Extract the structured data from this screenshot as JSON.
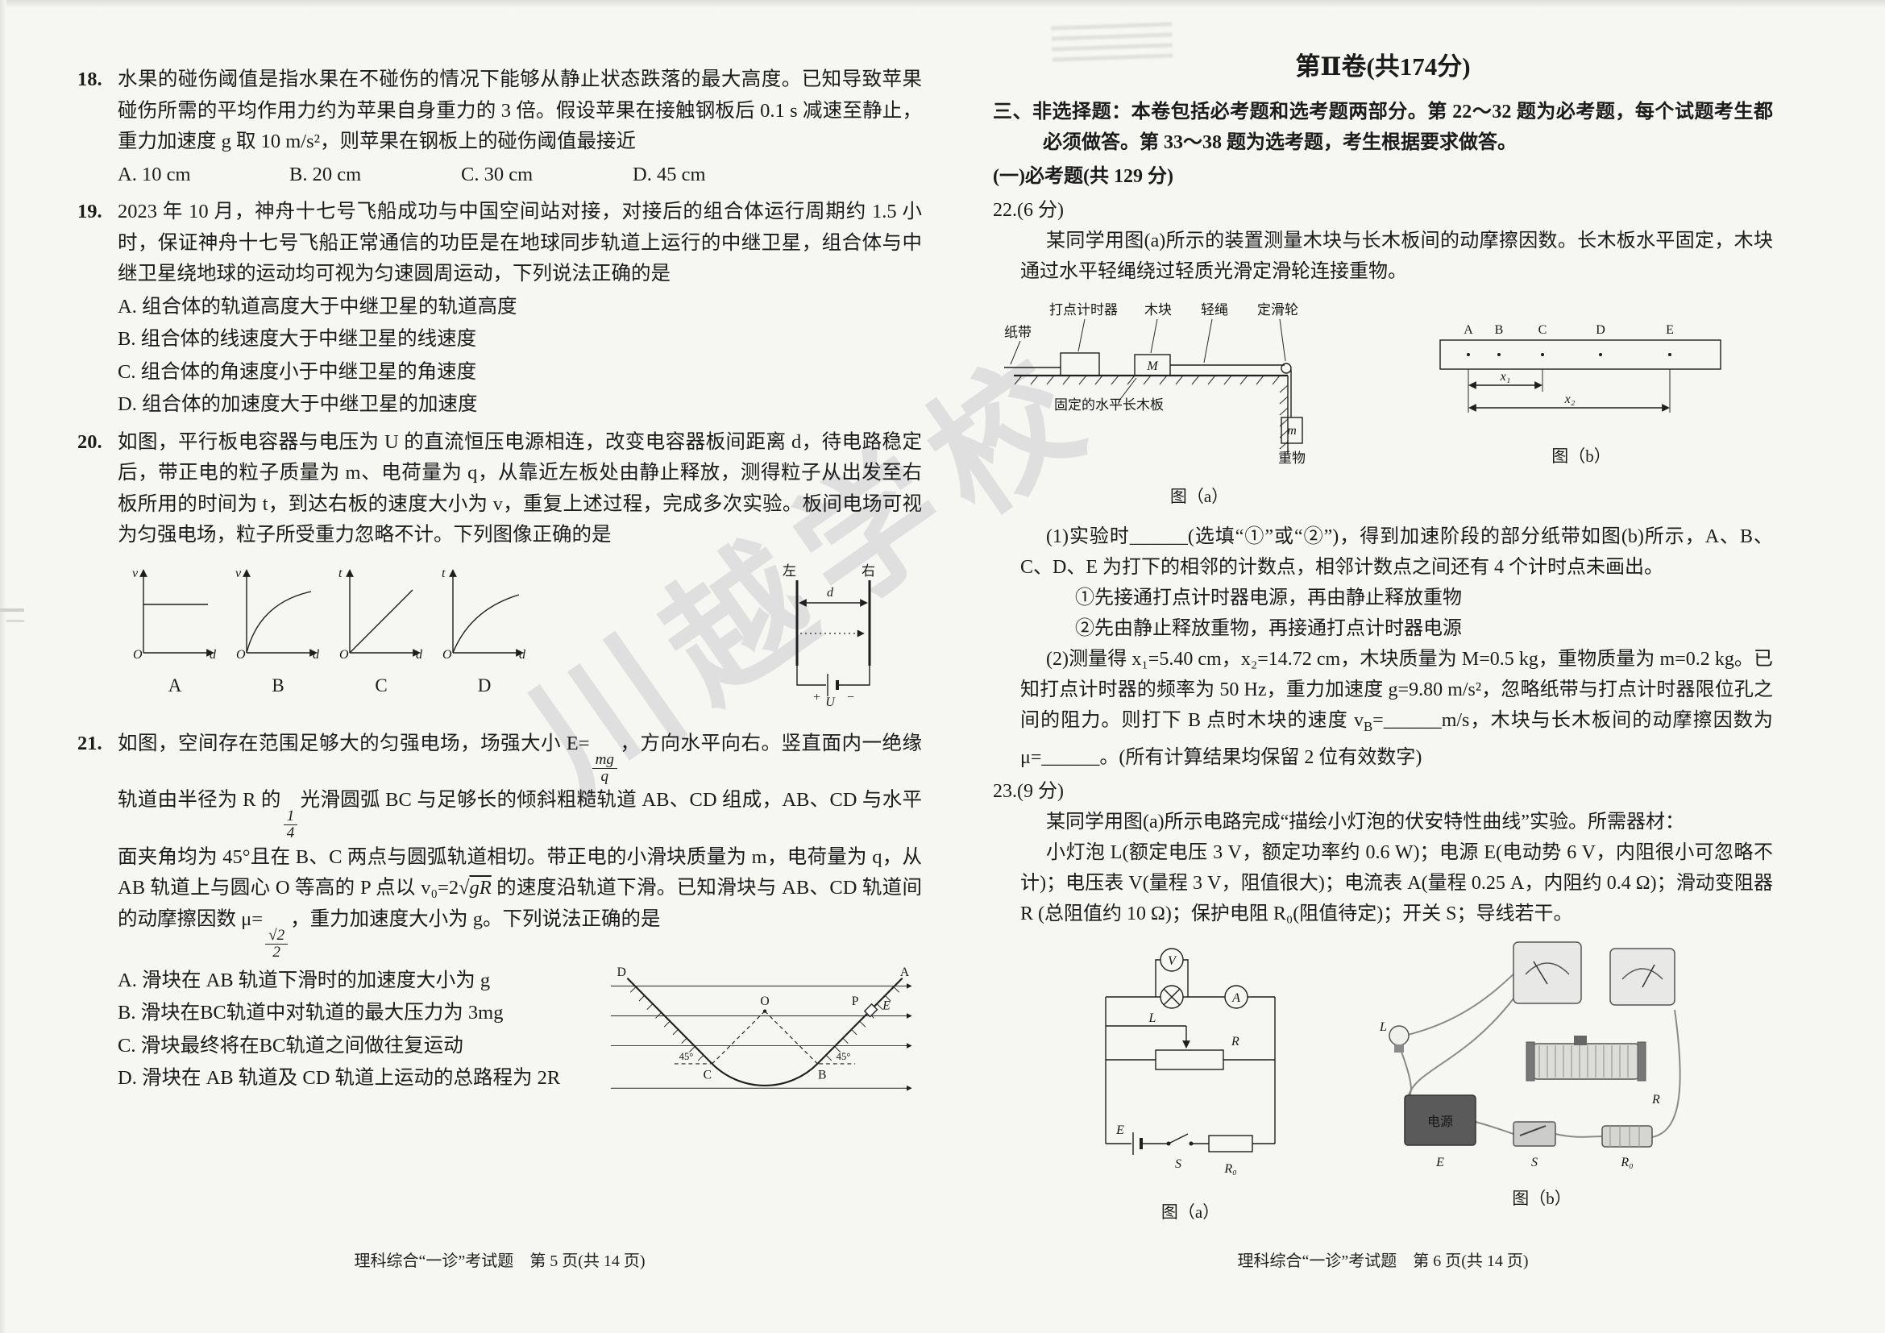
{
  "wm": "川越学校",
  "lp": {
    "q18": {
      "num": "18.",
      "body": "水果的碰伤阈值是指水果在不碰伤的情况下能够从静止状态跌落的最大高度。已知导致苹果碰伤所需的平均作用力约为苹果自身重力的 3 倍。假设苹果在接触钢板后 0.1 s 减速至静止，重力加速度 g 取 10 m/s²，则苹果在钢板上的碰伤阈值最接近",
      "opts": [
        "A. 10 cm",
        "B. 20 cm",
        "C. 30 cm",
        "D. 45 cm"
      ]
    },
    "q19": {
      "num": "19.",
      "body": "2023 年 10 月，神舟十七号飞船成功与中国空间站对接，对接后的组合体运行周期约 1.5 小时，保证神舟十七号飞船正常通信的功臣是在地球同步轨道上运行的中继卫星，组合体与中继卫星绕地球的运动均可视为匀速圆周运动，下列说法正确的是",
      "opts": [
        "A. 组合体的轨道高度大于中继卫星的轨道高度",
        "B. 组合体的线速度大于中继卫星的线速度",
        "C. 组合体的角速度小于中继卫星的角速度",
        "D. 组合体的加速度大于中继卫星的加速度"
      ]
    },
    "q20": {
      "num": "20.",
      "body": "如图，平行板电容器与电压为 U 的直流恒压电源相连，改变电容器板间距离 d，待电路稳定后，带正电的粒子质量为 m、电荷量为 q，从靠近左板处由静止释放，测得粒子从出发至右板所用的时间为 t，到达右板的速度大小为 v，重复上述过程，完成多次实验。板间电场可视为匀强电场，粒子所受重力忽略不计。下列图像正确的是",
      "graphs": [
        {
          "y": "v",
          "x": "d",
          "o": "O",
          "l": "A"
        },
        {
          "y": "v",
          "x": "d",
          "o": "O",
          "l": "B"
        },
        {
          "y": "t",
          "x": "d",
          "o": "O",
          "l": "C"
        },
        {
          "y": "t",
          "x": "d",
          "o": "O",
          "l": "D"
        }
      ],
      "cap": {
        "l": "左",
        "r": "右",
        "d": "d",
        "plus": "+",
        "minus": "−",
        "u": "U"
      }
    },
    "q21": {
      "num": "21.",
      "s1": "如图，空间存在范围足够大的匀强电场，场强大小 E=",
      "f1n": "mg",
      "f1d": "q",
      "s2": "，方向水平向右。竖直面内一绝缘轨道由半径为 R 的",
      "f2n": "1",
      "f2d": "4",
      "s3": "光滑圆弧 BC 与足够长的倾斜粗糙轨道 AB、CD 组成，AB、CD 与水平面夹角均为 45°且在 B、C 两点与圆弧轨道相切。带正电的小滑块质量为 m，电荷量为 q，从 AB 轨道上与圆心 O 等高的 P 点以 v₀=2√",
      "sq": "gR",
      "s4": " 的速度沿轨道下滑。已知滑块与 AB、CD 轨道间的动摩擦因数 μ=",
      "f3n": "√2",
      "f3d": "2",
      "s5": "，重力加速度大小为 g。下列说法正确的是",
      "opts": [
        "A. 滑块在 AB 轨道下滑时的加速度大小为 g",
        "B. 滑块在BC轨道中对轨道的最大压力为 3mg",
        "C. 滑块最终将在BC轨道之间做往复运动",
        "D. 滑块在 AB 轨道及 CD 轨道上运动的总路程为 2R"
      ],
      "fig": {
        "d": "D",
        "a": "A",
        "o": "O",
        "p": "P",
        "e": "E",
        "c": "C",
        "b": "B",
        "al": "45°",
        "ar": "45°"
      }
    },
    "footer": "理科综合“一诊”考试题　第 5 页(共 14 页)"
  },
  "rp": {
    "title": "第Ⅱ卷(共174分)",
    "sec": "三、非选择题：本卷包括必考题和选考题两部分。第 22～32 题为必考题，每个试题考生都必须做答。第 33～38 题为选考题，考生根据要求做答。",
    "sub": "(一)必考题(共 129 分)",
    "q22": {
      "num": "22.(6 分)",
      "intro": "某同学用图(a)所示的装置测量木块与长木板间的动摩擦因数。长木板水平固定，木块通过水平轻绳绕过轻质光滑定滑轮连接重物。",
      "figa": {
        "timer": "打点计时器",
        "tape": "纸带",
        "block": "木块",
        "bm": "M",
        "rope": "轻绳",
        "pulley": "定滑轮",
        "board": "固定的水平长木板",
        "mm": "m",
        "weight": "重物",
        "cap": "图（a）"
      },
      "figb": {
        "p": [
          "A",
          "B",
          "C",
          "D",
          "E"
        ],
        "x1": "x₁",
        "x2": "x₂",
        "cap": "图（b）"
      },
      "p1": "(1)实验时______(选填“①”或“②”)，得到加速阶段的部分纸带如图(b)所示，A、B、C、D、E 为打下的相邻的计数点，相邻计数点之间还有 4 个计时点未画出。",
      "c1": "①先接通打点计时器电源，再由静止释放重物",
      "c2": "②先由静止释放重物，再接通打点计时器电源",
      "p2a": "(2)测量得 x₁=5.40 cm，x₂=14.72 cm，木块质量为 M=0.5 kg，重物质量为 m=0.2 kg。已知打点计时器的频率为 50 Hz，重力加速度 g=9.80 m/s²，忽略纸带与打点计时器限位孔之间的阻力。则打下 B 点时木块的速度 v",
      "p2s": "B",
      "p2b": "=______m/s，木块与长木板间的动摩擦因数为 μ=______。(所有计算结果均保留 2 位有效数字)"
    },
    "q23": {
      "num": "23.(9 分)",
      "intro": "某同学用图(a)所示电路完成“描绘小灯泡的伏安特性曲线”实验。所需器材：",
      "items": "小灯泡 L(额定电压 3 V，额定功率约 0.6 W)；电源 E(电动势 6 V，内阻很小可忽略不计)；电压表 V(量程 3 V，阻值很大)；电流表 A(量程 0.25 A，内阻约 0.4 Ω)；滑动变阻器 R (总阻值约 10 Ω)；保护电阻 R₀(阻值待定)；开关 S；导线若干。",
      "figa": {
        "v": "V",
        "a": "A",
        "l": "L",
        "r": "R",
        "e": "E",
        "s": "S",
        "r0": "R₀",
        "cap": "图（a）"
      },
      "figb": {
        "power": "电源",
        "e": "E",
        "s": "S",
        "r0": "R₀",
        "l": "L",
        "r": "R",
        "cap": "图（b）"
      }
    },
    "footer": "理科综合“一诊”考试题　第 6 页(共 14 页)"
  }
}
